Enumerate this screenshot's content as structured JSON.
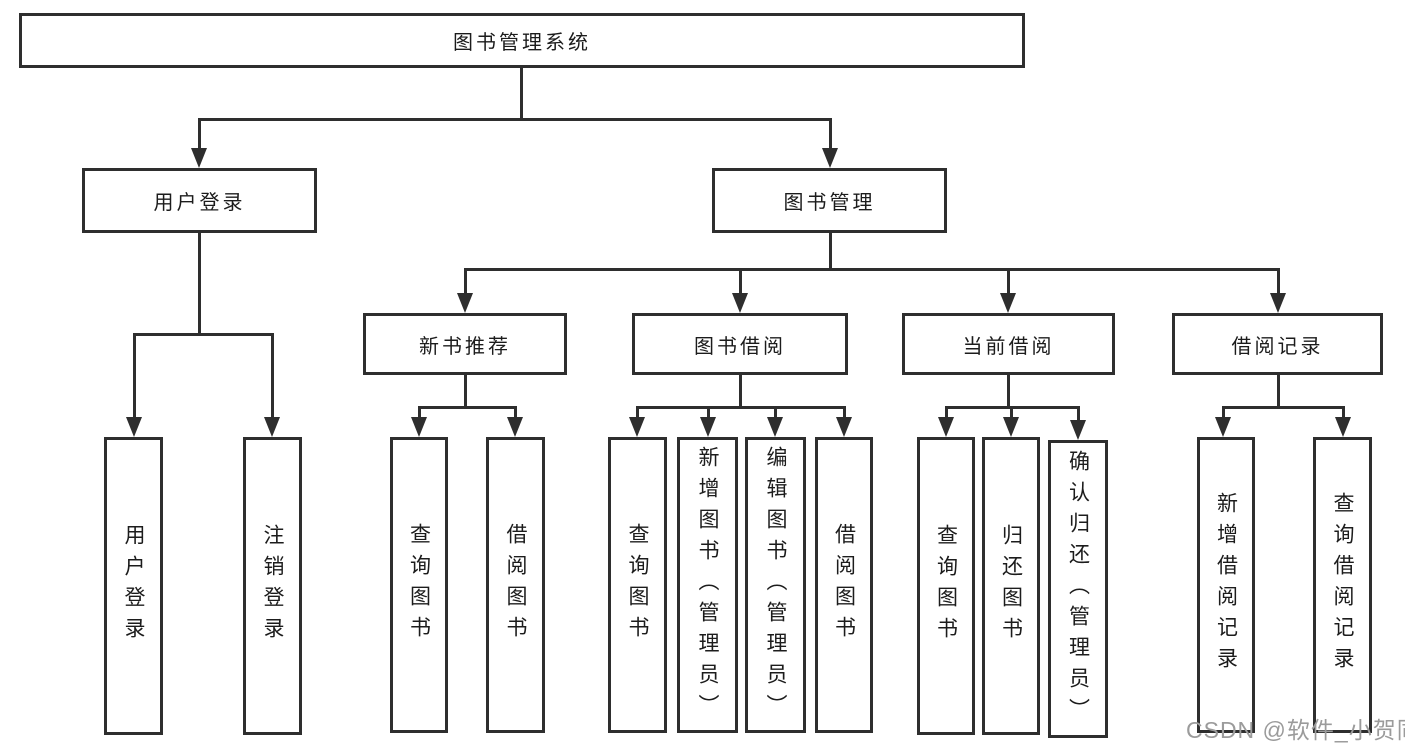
{
  "diagram": {
    "title_node": {
      "label": "图书管理系统"
    },
    "root": {
      "label": "图书管理系统"
    },
    "level2": [
      {
        "label": "用户登录"
      },
      {
        "label": "图书管理"
      }
    ],
    "level3": [
      {
        "label": "新书推荐"
      },
      {
        "label": "图书借阅"
      },
      {
        "label": "当前借阅"
      },
      {
        "label": "借阅记录"
      }
    ],
    "leaves": {
      "user_login": [
        {
          "label": "用户登录"
        },
        {
          "label": "注销登录"
        }
      ],
      "new_books": [
        {
          "label": "查询图书"
        },
        {
          "label": "借阅图书"
        }
      ],
      "book_borrow": [
        {
          "label": "查询图书"
        },
        {
          "label": "新增图书（管理员）"
        },
        {
          "label": "编辑图书（管理员）"
        },
        {
          "label": "借阅图书"
        }
      ],
      "current_borrow": [
        {
          "label": "查询图书"
        },
        {
          "label": "归还图书"
        },
        {
          "label": "确认归还（管理员）"
        }
      ],
      "borrow_records": [
        {
          "label": "新增借阅记录"
        },
        {
          "label": "查询借阅记录"
        }
      ]
    }
  },
  "watermark": {
    "text": "CSDN @软件_小贺同学"
  },
  "colors": {
    "line": "#2e2e2e",
    "text": "#1c1c1c",
    "watermark": "#9b9b9b",
    "background": "#ffffff"
  }
}
